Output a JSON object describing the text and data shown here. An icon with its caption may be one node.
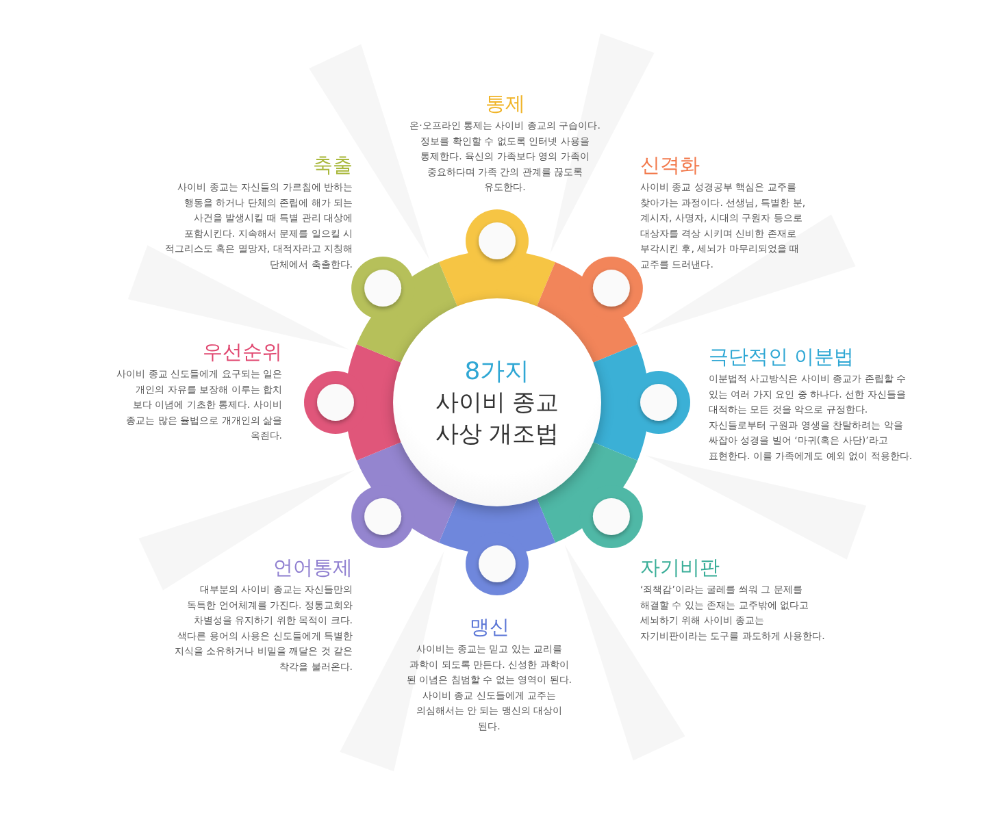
{
  "diagram": {
    "nodes": [
      {
        "text": [
          "8가지",
          "사이비 종교 사상 개조법"
        ]
      }
    ],
    "labels": [
      "통제",
      "온·오프라인 통제는 사이비 종교의 구습이다. 정보를 확인할 수 없도록 인터넷 사용을 통제한다. 육신의 가족보다 영의 가족이 중요하다며 가족 간의 관계를 끊도록 유도한다.",
      "축출",
      "사이비 종교는 자신들의 가르침에 반하는 행동을 하거나 단체의 존립에 해가 되는 사건을 발생시킬 때 특별 관리 대상에 포함시킨다. 지속해서 문제를 일으킬 시 적그리스도 혹은 멸망자, 대적자라고 지칭해 단체에서 축출한다.",
      "신격화",
      "사이비 종교 성경공부 핵심은 교주를 찾아가는 과정이다. 선생님, 특별한 분, 계시자, 사명자, 시대의 구원자 등으로 대상자를 격상 시키며 신비한 존재로 부각시킨 후, 세뇌가 마무리되었을 때 교주를 드러낸다.",
      "우선순위",
      "사이비 종교 신도들에게 요구되는 일은 개인의 자유를 보장해 이루는 합치 보다 이념에 기초한 통제다. 사이비 종교는 많은 율법으로 개개인의 삶을 옥죈다.",
      "극단적인 이분법",
      "이분법적 사고방식은 사이비 종교가 존립할 수 있는 여러 가지 요인 중 하나다. 선한 자신들을 대적하는 모든 것을 악으로 규정한다. 자신들로부터 구원과 영생을 찬탈하려는 악을 싸잡아 성경을 빌어 ‘마귀(혹은 사단)’라고 표현한다. 이를 가족에게도 예외 없이 적용한다.",
      "언어통제",
      "대부분의 사이비 종교는 자신들만의 독특한 언어체계를 가진다. 정통교회와 차별성을 유지하기 위한 목적이 크다. 색다른 용어의 사용은 신도들에게 특별한 지식을 소유하거나 비밀을 깨달은 것 같은 착각을 불러온다.",
      "자기비판",
      "‘죄책감’이라는 굴레를 씌워 그 문제를 해결할 수 있는 존재는 교주밖에 없다고 세뇌하기 위해 사이비 종교는 자기비판이라는 도구를 과도하게 사용한다.",
      "맹신",
      "사이비는 종교는 믿고 있는 교리를 과학이 되도록 만든다. 신성한 과학이 된 이념은 침범할 수 없는 영역이 된다. 사이비 종교 신도들에게 교주는 의심해서는 안 되는 맹신의 대상이 된다."
    ]
  }
}
